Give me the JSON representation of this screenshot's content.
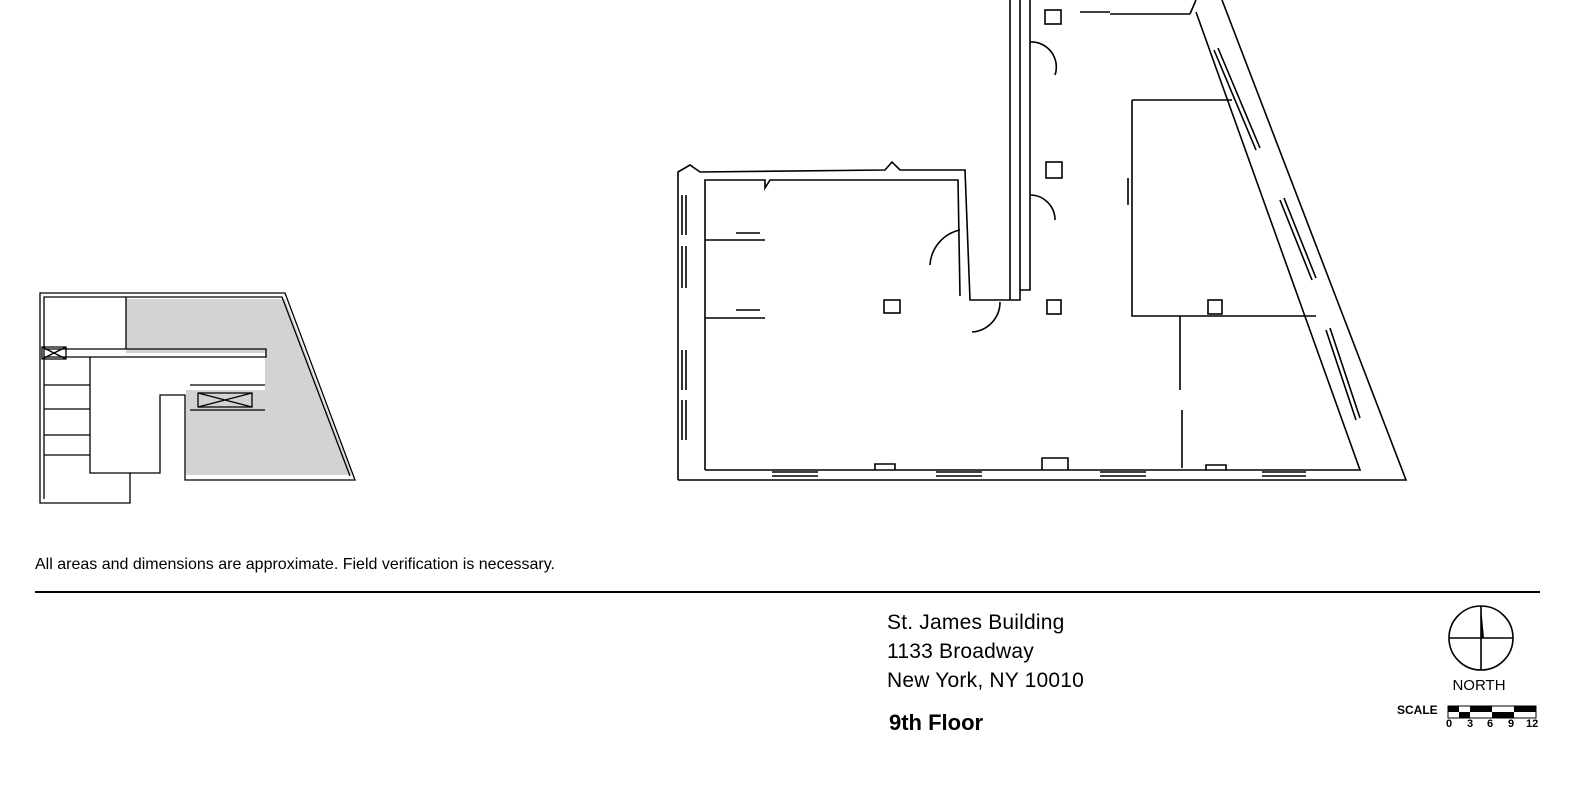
{
  "disclaimer": "All areas and dimensions are approximate. Field verification is necessary.",
  "building": {
    "name": "St. James  Building",
    "street": "1133 Broadway",
    "city": "New York, NY 10010"
  },
  "floor_label": "9th Floor",
  "north_arrow": {
    "label": "NORTH",
    "icon": "north-compass-icon"
  },
  "scale": {
    "label": "SCALE",
    "ticks": [
      "0",
      "3",
      "6",
      "9",
      "12"
    ]
  },
  "key_plan": {
    "highlight_color": "#d3d3d3"
  }
}
